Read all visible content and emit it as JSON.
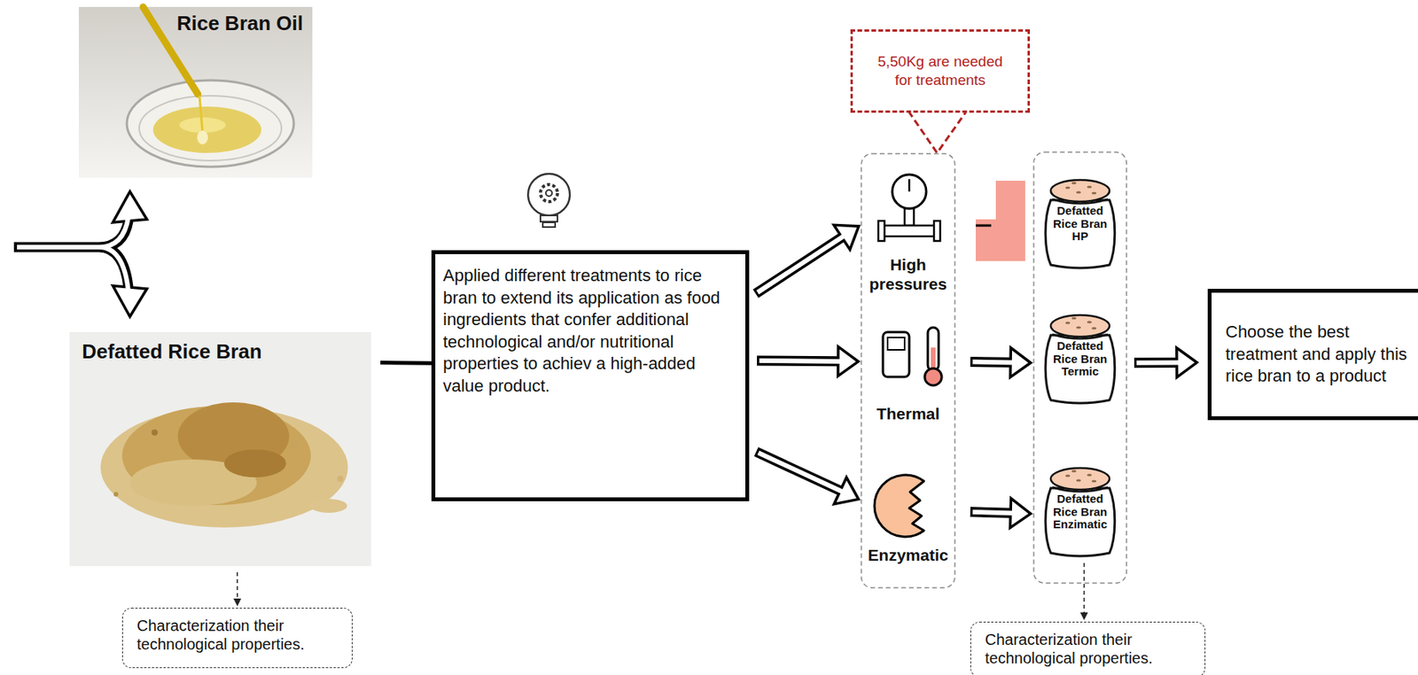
{
  "diagram": {
    "nodes": [
      {
        "text": [
          "Rice Bran Oil"
        ]
      },
      {
        "text": [
          "Defatted Rice Bran"
        ]
      },
      {
        "text": [
          "Characterization their technological properties."
        ]
      },
      {
        "text": [
          "Applied different treatments to rice bran to extend its application as food ingredients that confer additional technological and/or nutritional properties to achiev a high-added value product."
        ]
      },
      {
        "text": [
          "5,50Kg are needed for treatments"
        ]
      },
      {
        "text": [
          "High pressures"
        ]
      },
      {
        "text": [
          "Thermal"
        ]
      },
      {
        "text": [
          "Enzymatic"
        ]
      },
      {
        "text": [
          "Defatted Rice Bran HP"
        ]
      },
      {
        "text": [
          "Defatted Rice Bran Termic"
        ]
      },
      {
        "text": [
          "Defatted Rice Bran Enzimatic"
        ]
      },
      {
        "text": [
          "Choose the best treatment and apply this rice bran to a product"
        ]
      },
      {
        "text": [
          "Characterization their technological properties."
        ]
      }
    ],
    "edges": [
      {
        "from": 1,
        "to": 2,
        "arrow": "to"
      },
      {
        "from": 1,
        "to": 3,
        "arrow": "none"
      },
      {
        "from": 3,
        "to": 5,
        "arrow": "to"
      },
      {
        "from": 3,
        "to": 6,
        "arrow": "to"
      },
      {
        "from": 3,
        "to": 7,
        "arrow": "to"
      },
      {
        "from": 6,
        "to": 9,
        "arrow": "to"
      },
      {
        "from": 7,
        "to": 10,
        "arrow": "to"
      },
      {
        "from": 9,
        "to": 11,
        "arrow": "to"
      },
      {
        "from": 10,
        "to": 12,
        "arrow": "to"
      }
    ]
  }
}
